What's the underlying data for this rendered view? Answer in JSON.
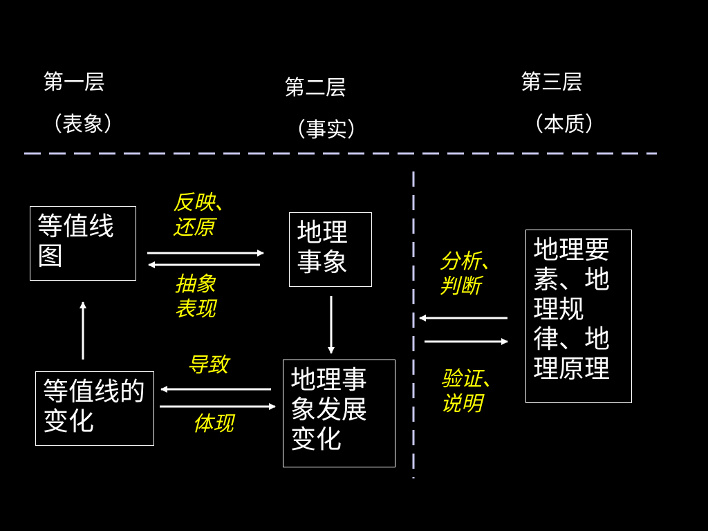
{
  "headers": {
    "layer1": {
      "title": "第一层",
      "sub": "（表象）"
    },
    "layer2": {
      "title": "第二层",
      "sub": "（事实）"
    },
    "layer3": {
      "title": "第三层",
      "sub": "（本质）"
    }
  },
  "boxes": {
    "contour_map": "等值线图",
    "geo_phenomenon": "地理事象",
    "contour_change": "等值线的变化",
    "phenomenon_change": "地理事象发展变化",
    "principles": "地理要素、地理规律、地理原理"
  },
  "labels": {
    "reflect": "反映、还原",
    "abstract": "抽象表现",
    "lead_to": "导致",
    "embody": "体现",
    "analyze": "分析、判断",
    "verify": "验证、说明"
  },
  "colors": {
    "background": "#000000",
    "text": "#ffffff",
    "italic_label": "#ffff00",
    "dashed_divider": "#c8c8f0"
  }
}
